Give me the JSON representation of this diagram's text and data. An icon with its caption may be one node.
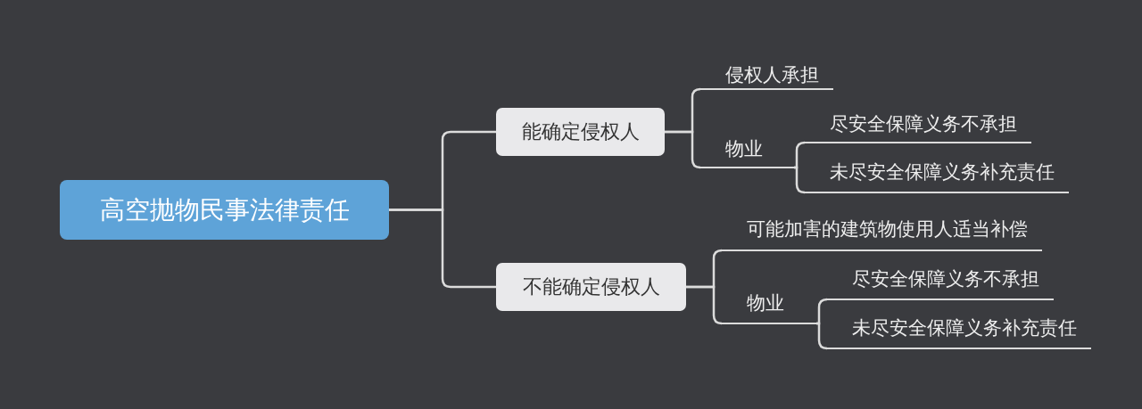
{
  "diagram": {
    "nodes": [
      {
        "text": [
          "高空抛物民事法律责任"
        ]
      },
      {
        "text": [
          "能确定侵权人"
        ]
      },
      {
        "text": [
          "侵权人承担"
        ]
      },
      {
        "text": [
          "物业"
        ]
      },
      {
        "text": [
          "尽安全保障义务不承担"
        ]
      },
      {
        "text": [
          "未尽安全保障义务补充责任"
        ]
      },
      {
        "text": [
          "不能确定侵权人"
        ]
      },
      {
        "text": [
          "可能加害的建筑物使用人适当补偿"
        ]
      },
      {
        "text": [
          "物业"
        ]
      },
      {
        "text": [
          "尽安全保障义务不承担"
        ]
      },
      {
        "text": [
          "未尽安全保障义务补充责任"
        ]
      }
    ],
    "edges": [
      {
        "from": 0,
        "to": 1,
        "arrow": "none"
      },
      {
        "from": 0,
        "to": 6,
        "arrow": "none"
      },
      {
        "from": 1,
        "to": 2,
        "arrow": "none"
      },
      {
        "from": 1,
        "to": 3,
        "arrow": "none"
      },
      {
        "from": 3,
        "to": 4,
        "arrow": "none"
      },
      {
        "from": 3,
        "to": 5,
        "arrow": "none"
      },
      {
        "from": 6,
        "to": 7,
        "arrow": "none"
      },
      {
        "from": 6,
        "to": 8,
        "arrow": "none"
      },
      {
        "from": 8,
        "to": 9,
        "arrow": "none"
      },
      {
        "from": 8,
        "to": 10,
        "arrow": "none"
      }
    ]
  }
}
